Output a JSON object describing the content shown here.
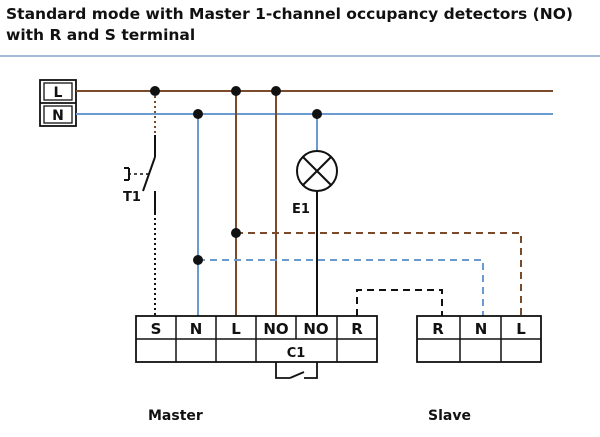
{
  "title": {
    "line1": "Standard mode with Master 1-channel occupancy detectors (NO)",
    "line2": "with R and S terminal"
  },
  "colors": {
    "live": "#7a4a2a",
    "neutral": "#6a9ad0",
    "black": "#111111",
    "separator": "#6f8fc0"
  },
  "supply": {
    "line_label": "L",
    "neutral_label": "N"
  },
  "switch_t1": {
    "label": "T1"
  },
  "lamp_e1": {
    "label": "E1"
  },
  "master": {
    "terminals": [
      "S",
      "N",
      "L",
      "NO",
      "NO",
      "R"
    ],
    "channel_label": "C1",
    "caption": "Master"
  },
  "slave": {
    "terminals": [
      "R",
      "N",
      "L"
    ],
    "caption": "Slave"
  }
}
